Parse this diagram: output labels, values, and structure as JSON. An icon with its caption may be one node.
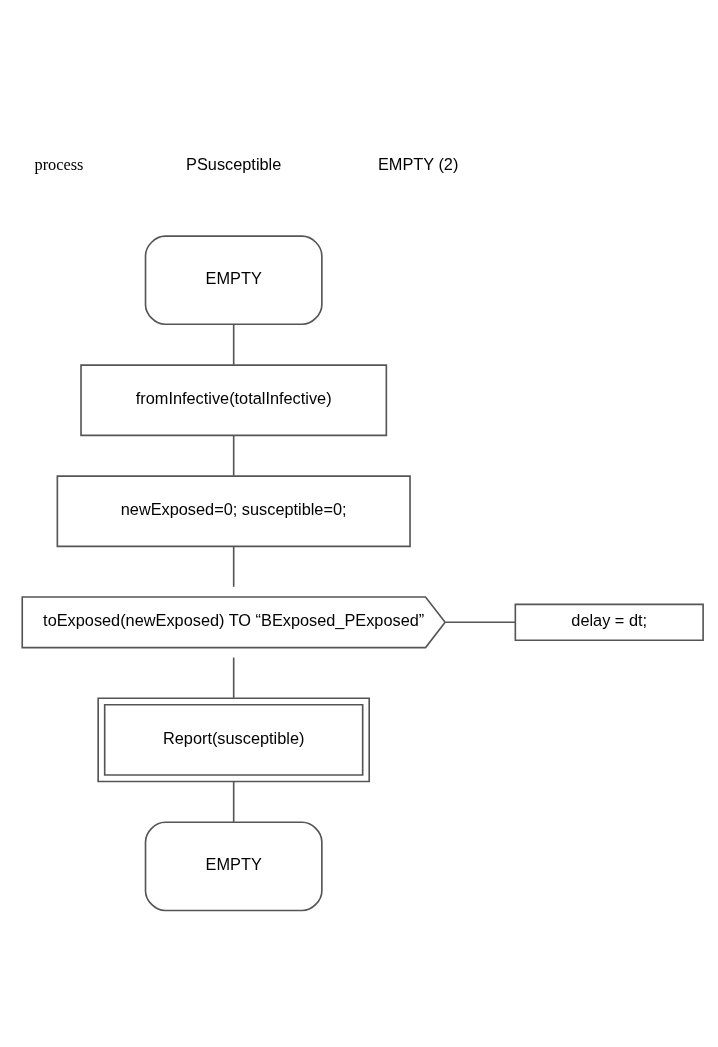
{
  "diagram": {
    "nodes": [
      {
        "text": [
          "EMPTY"
        ]
      },
      {
        "text": [
          "fromInfective(totalInfective)"
        ]
      },
      {
        "text": [
          "newExposed=0; susceptible=0;"
        ]
      },
      {
        "text": [
          "toExposed(newExposed) TO “BExposed_PExposed”"
        ]
      },
      {
        "text": [
          "delay = dt;"
        ]
      },
      {
        "text": [
          "Report(susceptible)"
        ]
      },
      {
        "text": [
          "EMPTY"
        ]
      }
    ],
    "edges": [
      {
        "from": 0,
        "to": 1,
        "arrow": "none"
      },
      {
        "from": 1,
        "to": 2,
        "arrow": "none"
      },
      {
        "from": 2,
        "to": 3,
        "arrow": "none"
      },
      {
        "from": 3,
        "to": 4,
        "arrow": "none"
      },
      {
        "from": 3,
        "to": 5,
        "arrow": "none"
      },
      {
        "from": 5,
        "to": 6,
        "arrow": "none"
      }
    ],
    "labels": [
      "process",
      "PSusceptible",
      "EMPTY (2)"
    ]
  }
}
